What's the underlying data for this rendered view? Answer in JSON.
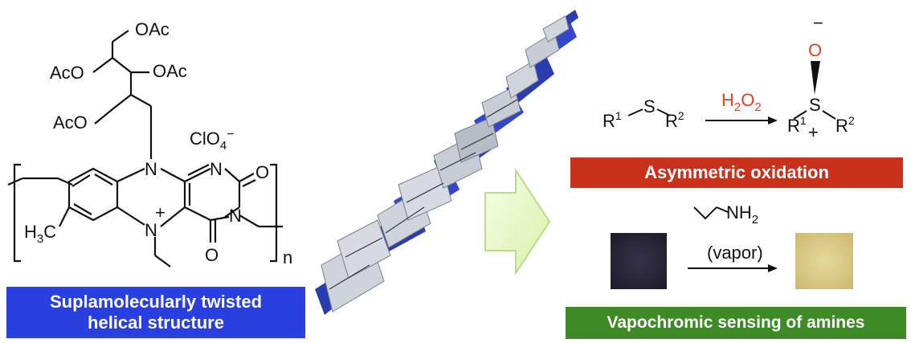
{
  "structure": {
    "oac_1": "OAc",
    "oac_2": "OAc",
    "aco_1": "AcO",
    "aco_2": "AcO",
    "counter_ion": "ClO",
    "counter_sub": "4",
    "counter_sup": "−",
    "n_1": "N",
    "n_2": "N",
    "n_3": "N",
    "n_4": "N",
    "o_1": "O",
    "o_2": "O",
    "plus": "+",
    "methyl": "H",
    "methyl_sub": "3",
    "methyl_c": "C",
    "repeat": "n"
  },
  "labels": {
    "helical_line1": "Suplamolecularly twisted",
    "helical_line2": "helical structure",
    "oxidation": "Asymmetric oxidation",
    "vapochromic": "Vapochromic sensing of amines"
  },
  "reaction": {
    "reagent_main": "H",
    "reagent_sub1": "2",
    "reagent_o": "O",
    "reagent_sub2": "2",
    "r1": "R",
    "r1_sup": "1",
    "s": "S",
    "r2": "R",
    "r2_sup": "2",
    "prod_o": "O",
    "prod_minus": "−",
    "prod_s": "S",
    "prod_plus": "+",
    "prod_r1": "R",
    "prod_r1_sup": "1",
    "prod_r2": "R",
    "prod_r2_sup": "2"
  },
  "sensing": {
    "amine": "NH",
    "amine_sub": "2",
    "condition": "(vapor)"
  },
  "colors": {
    "helical_box": "#2a3fe0",
    "oxidation_box": "#c8321c",
    "vapochromic_box": "#3e8a26",
    "reagent": "#e5401e",
    "sample_before": "#2b2838",
    "sample_after": "#d9c98a",
    "arrow_fill": "#e8f8c8"
  }
}
